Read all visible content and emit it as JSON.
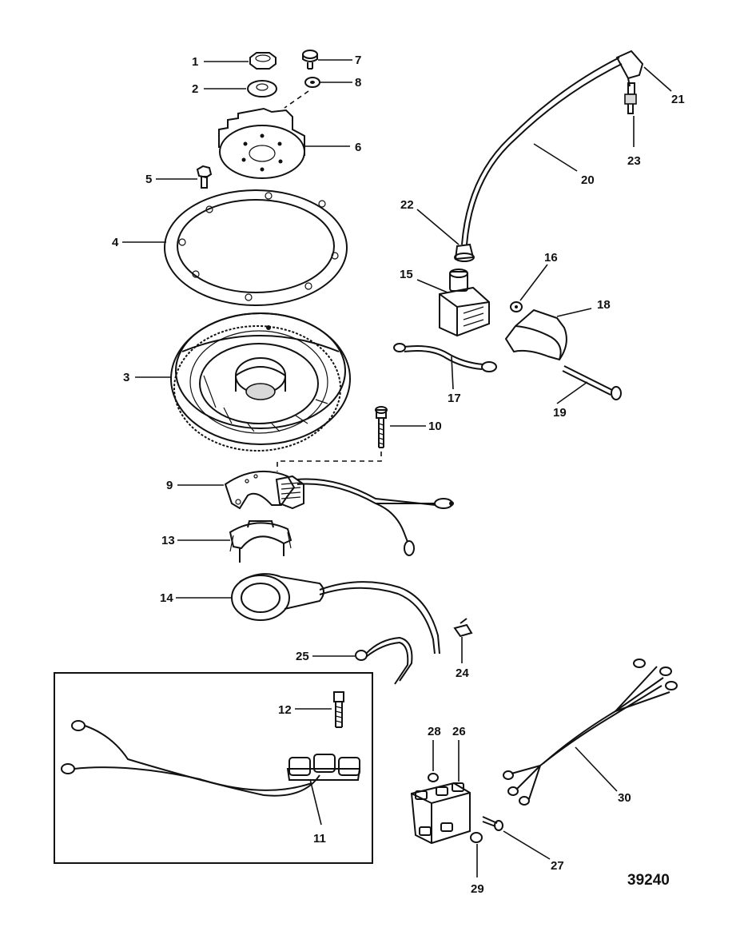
{
  "figure_number": "39240",
  "callouts": [
    {
      "id": "1",
      "label": "1"
    },
    {
      "id": "2",
      "label": "2"
    },
    {
      "id": "3",
      "label": "3"
    },
    {
      "id": "4",
      "label": "4"
    },
    {
      "id": "5",
      "label": "5"
    },
    {
      "id": "6",
      "label": "6"
    },
    {
      "id": "7",
      "label": "7"
    },
    {
      "id": "8",
      "label": "8"
    },
    {
      "id": "9",
      "label": "9"
    },
    {
      "id": "10",
      "label": "10"
    },
    {
      "id": "11",
      "label": "11"
    },
    {
      "id": "12",
      "label": "12"
    },
    {
      "id": "13",
      "label": "13"
    },
    {
      "id": "14",
      "label": "14"
    },
    {
      "id": "15",
      "label": "15"
    },
    {
      "id": "16",
      "label": "16"
    },
    {
      "id": "17",
      "label": "17"
    },
    {
      "id": "18",
      "label": "18"
    },
    {
      "id": "19",
      "label": "19"
    },
    {
      "id": "20",
      "label": "20"
    },
    {
      "id": "21",
      "label": "21"
    },
    {
      "id": "22",
      "label": "22"
    },
    {
      "id": "23",
      "label": "23"
    },
    {
      "id": "24",
      "label": "24"
    },
    {
      "id": "25",
      "label": "25"
    },
    {
      "id": "26",
      "label": "26"
    },
    {
      "id": "27",
      "label": "27"
    },
    {
      "id": "28",
      "label": "28"
    },
    {
      "id": "29",
      "label": "29"
    },
    {
      "id": "30",
      "label": "30"
    }
  ]
}
